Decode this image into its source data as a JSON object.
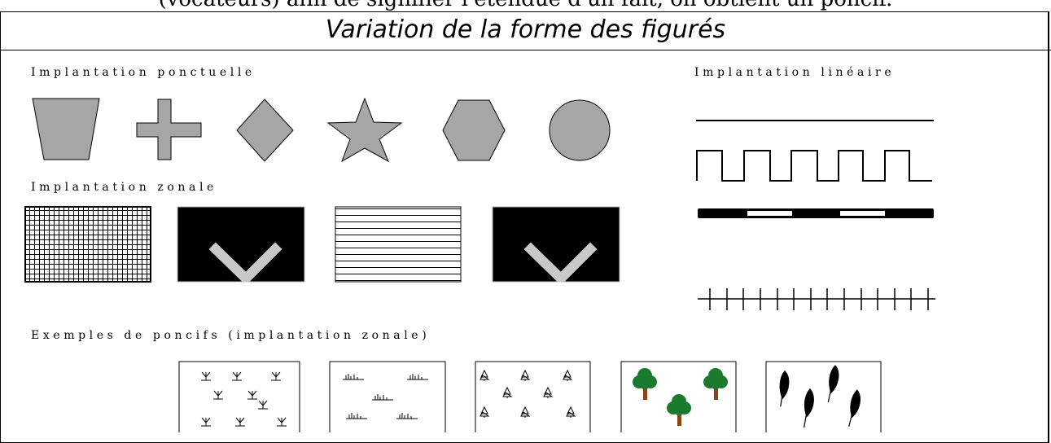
{
  "header": {
    "cut_text": "(vocateurs) afin de signifier l'étendue d'un fait, on obtient un poncif.",
    "title": "Variation de la forme des figurés"
  },
  "sections": {
    "ponctuelle": "Implantation ponctuelle",
    "lineaire": "Implantation linéaire",
    "zonale": "Implantation zonale",
    "poncifs": "Exemples de poncifs (implantation zonale)"
  },
  "colors": {
    "shape_fill": "#a6a6a6",
    "stroke": "#000000",
    "tree_green": "#1a7a2e",
    "tree_trunk": "#8b4513",
    "chevron": "#c8c8c8"
  },
  "point_shapes": [
    "trapezoid",
    "cross",
    "diamond",
    "star",
    "hexagon",
    "circle"
  ],
  "line_styles": [
    "solid",
    "square-wave",
    "dashed-bar",
    "tick-line"
  ],
  "area_patterns": [
    "grid-hatch",
    "chevron-on-black",
    "horizontal-lines",
    "chevron-on-black"
  ],
  "poncifs": [
    "marsh-symbols",
    "grass-tufts",
    "conifer-outlines",
    "deciduous-trees",
    "reeds"
  ]
}
